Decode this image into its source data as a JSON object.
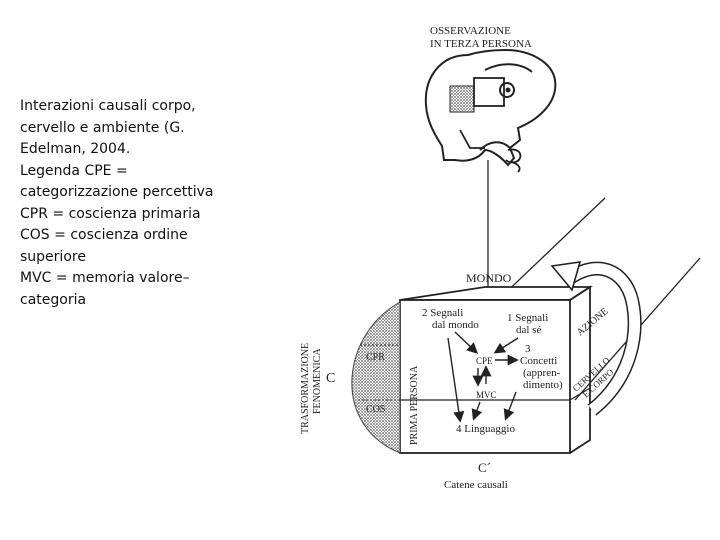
{
  "caption": {
    "lines": [
      "Interazioni causali corpo,",
      "cervello e ambiente (G.",
      "Edelman, 2004.",
      "Legenda CPE =",
      "categorizzazione percettiva",
      "CPR = coscienza primaria",
      "COS = coscienza ordine",
      "superiore",
      "MVC = memoria valore–",
      "categoria"
    ]
  },
  "diagram": {
    "observation_line1": "OSSERVAZIONE",
    "observation_line2": "IN TERZA PERSONA",
    "world": "MONDO",
    "signals_world_1": "2 Segnali",
    "signals_world_2": "dal mondo",
    "signals_self_1": "1 Segnali",
    "signals_self_2": "dal sé",
    "cpe": "CPE",
    "mvc": "MVC",
    "concepts_1": "3",
    "concepts_2": "Concetti",
    "concepts_3": "(appren-",
    "concepts_4": "dimento)",
    "language": "4 Linguaggio",
    "first_person": "PRIMA PERSONA",
    "phenomenal_1": "TRASFORMAZIONE",
    "phenomenal_2": "FENOMENICA",
    "cpr": "CPR",
    "cos": "COS",
    "c_mark": "C",
    "c_prime": "C´",
    "causal_chains": "Catene causali",
    "action": "AZIONE",
    "brain_body_1": "CERVELLO",
    "brain_body_2": "E CORPO"
  },
  "colors": {
    "ink": "#222222",
    "shade": "#8a8a8a"
  }
}
